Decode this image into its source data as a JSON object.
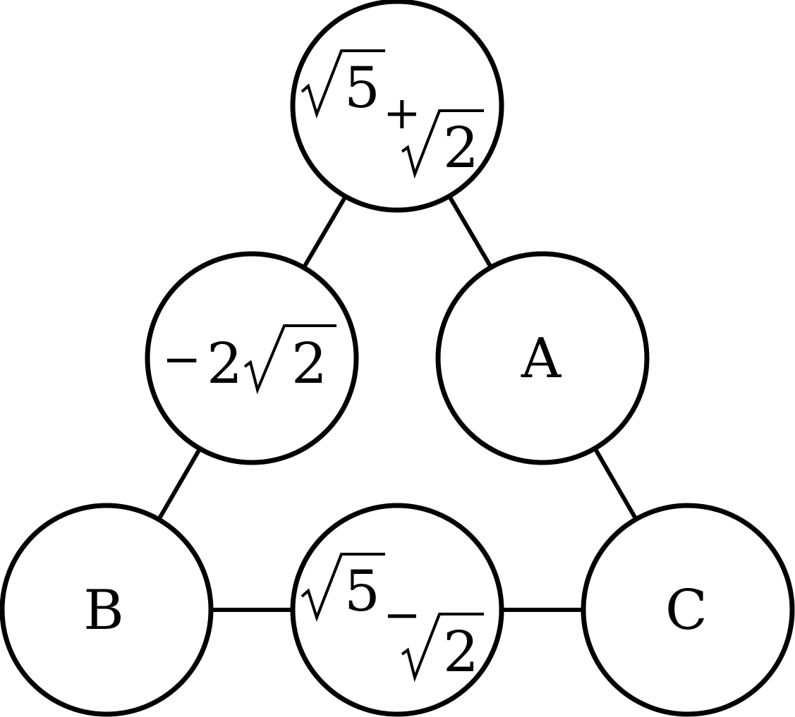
{
  "colors": {
    "stroke": "#000000",
    "background": "#ffffff"
  },
  "nodes": {
    "top": {
      "radicand_1": "5",
      "operator": "+",
      "radicand_2": "2"
    },
    "left": {
      "sign": "−",
      "coefficient": "2",
      "radicand": "2"
    },
    "right": {
      "label": "A"
    },
    "bottom_left": {
      "label": "B"
    },
    "bottom_middle": {
      "radicand_1": "5",
      "operator": "−",
      "radicand_2": "2"
    },
    "bottom_right": {
      "label": "C"
    }
  }
}
